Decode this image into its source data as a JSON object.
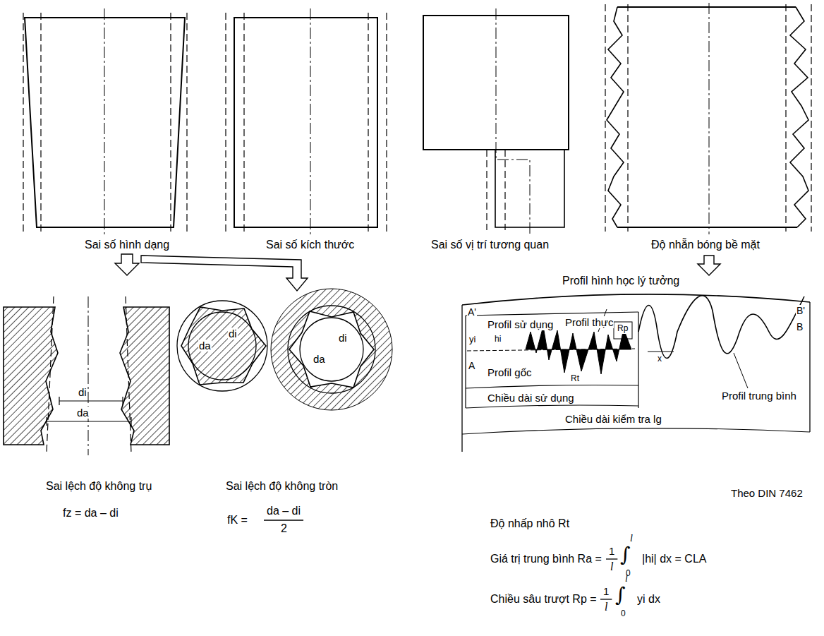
{
  "diagram": {
    "labels": [
      "Sai số hình dạng",
      "Sai số kích thước",
      "Sai số vị trí tương quan",
      "Độ nhẵn bóng bề mặt",
      "di",
      "da",
      "da",
      "di",
      "da",
      "di",
      "Sai lệch độ không trụ",
      "fz = da – di",
      "Sai lệch độ không tròn",
      "fK =",
      "da – di",
      "2",
      "Profil hình học lý tưởng",
      "A'",
      "B'",
      "Profil sử dụng",
      "Profil thực",
      "Rp",
      "yi",
      "hi",
      "Rt",
      "A",
      "Profil gốc",
      "x",
      "Profil trung bình",
      "Chiều dài sử dụng",
      "Chiều dài kiểm tra lg",
      "B",
      "Theo DIN 7462",
      "Độ nhấp nhô Rt",
      "Giá trị trung bình Ra =",
      "1",
      "l",
      "l",
      "∫",
      "0",
      "|hi| dx = CLA",
      "Chiều sâu trượt Rp =",
      "1",
      "l",
      "l",
      "∫",
      "0",
      "yi dx"
    ]
  }
}
